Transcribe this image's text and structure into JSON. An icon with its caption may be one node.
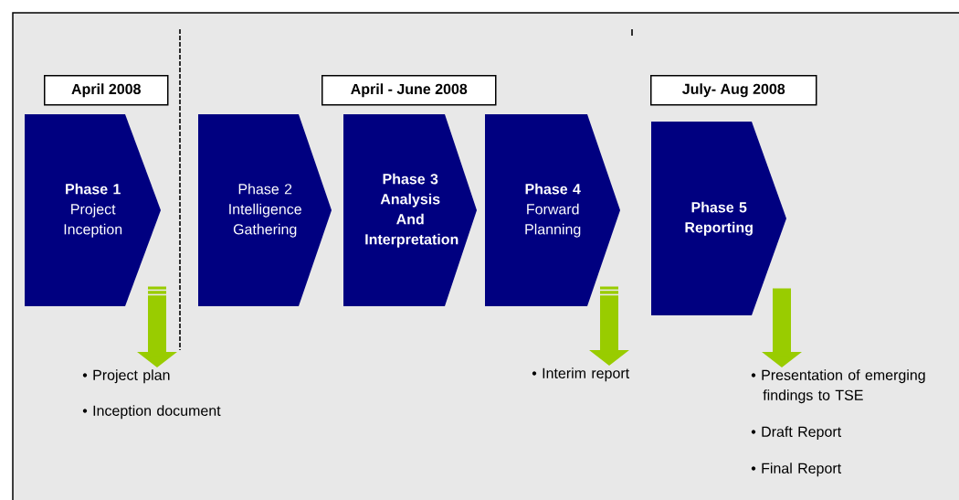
{
  "diagram": {
    "nodes": [
      {
        "text": [
          "April 2008"
        ]
      },
      {
        "text": [
          "April - June 2008"
        ]
      },
      {
        "text": [
          "July- Aug 2008"
        ]
      },
      {
        "text": [
          "**Phase 1**",
          "Project Inception"
        ]
      },
      {
        "text": [
          "Phase 2",
          "Intelligence Gathering"
        ]
      },
      {
        "text": [
          "**Phase 3**",
          "**Analysis And Interpretation**"
        ]
      },
      {
        "text": [
          "**Phase 4**",
          "Forward Planning"
        ]
      },
      {
        "text": [
          "**Phase 5**",
          "**Reporting**"
        ]
      },
      {
        "text": [
          "• Project plan",
          "• Inception document"
        ]
      },
      {
        "text": [
          "• Interim report"
        ]
      },
      {
        "text": [
          "• Presentation of emerging findings to TSE",
          "• Draft Report",
          "• Final Report"
        ]
      }
    ],
    "edges": [
      {
        "from": 3,
        "to": 8,
        "arrow": "to",
        "color": "#99cc00"
      },
      {
        "from": 6,
        "to": 9,
        "arrow": "to",
        "color": "#99cc00"
      },
      {
        "from": 7,
        "to": 10,
        "arrow": "to",
        "color": "#99cc00"
      }
    ]
  }
}
